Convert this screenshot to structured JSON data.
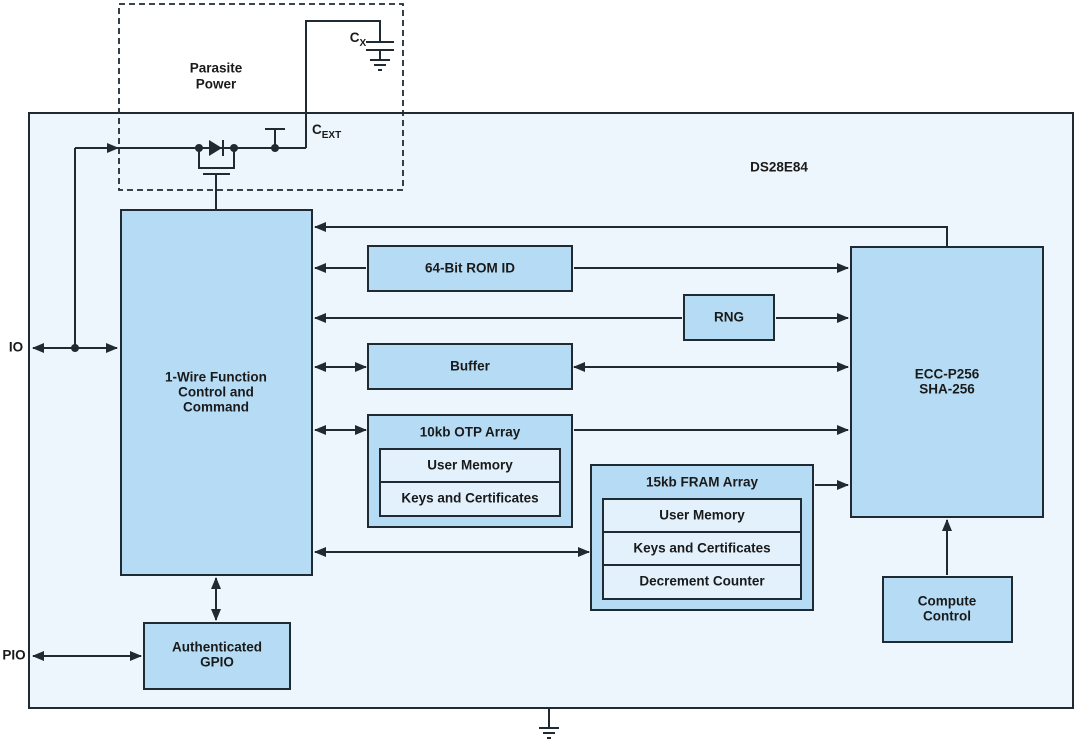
{
  "chip": {
    "name": "DS28E84"
  },
  "parasite": {
    "line1": "Parasite",
    "line2": "Power"
  },
  "caps": {
    "cx_main": "C",
    "cx_sub": "X",
    "cext_main": "C",
    "cext_sub": "EXT"
  },
  "pins": {
    "io": "IO",
    "pio": "PIO"
  },
  "blocks": {
    "control": {
      "line1": "1-Wire Function",
      "line2": "Control and",
      "line3": "Command"
    },
    "rom": "64-Bit ROM ID",
    "rng": "RNG",
    "buffer": "Buffer",
    "otp": {
      "title": "10kb OTP Array",
      "row1": "User Memory",
      "row2": "Keys and Certificates"
    },
    "fram": {
      "title": "15kb FRAM Array",
      "row1": "User Memory",
      "row2": "Keys and Certificates",
      "row3": "Decrement Counter"
    },
    "ecc": {
      "line1": "ECC-P256",
      "line2": "SHA-256"
    },
    "compute": {
      "line1": "Compute",
      "line2": "Control"
    },
    "gpio": {
      "line1": "Authenticated",
      "line2": "GPIO"
    }
  }
}
